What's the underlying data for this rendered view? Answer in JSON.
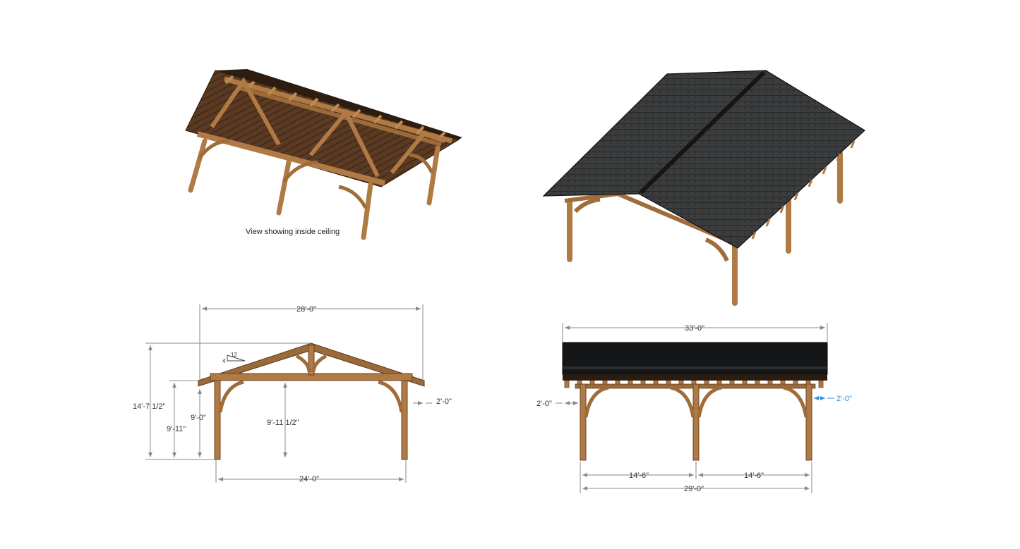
{
  "caption": "View showing inside ceiling",
  "colors": {
    "timber": "#b07a45",
    "timber_dark": "#7a4f27",
    "roof": "#3a3c3e",
    "roof_dark": "#1e1f20",
    "dim_line": "#8a8a8a",
    "dim_highlight": "#3a8fd6"
  },
  "side_elevation": {
    "overall_width": "28'-0\"",
    "post_span": "24'-0\"",
    "overall_height": "14'-7 1/2\"",
    "eave_height": "9'-11\"",
    "post_height": "9'-0\"",
    "tie_beam_height": "9'-11 1/2\"",
    "overhang": "2'-0\"",
    "pitch_rise": "4",
    "pitch_run": "12"
  },
  "front_elevation": {
    "overall_length": "33'-0\"",
    "left_overhang": "2'-0\"",
    "right_overhang": "2'-0\"",
    "bay_left": "14'-6\"",
    "bay_right": "14'-6\"",
    "post_span": "29'-0\""
  }
}
